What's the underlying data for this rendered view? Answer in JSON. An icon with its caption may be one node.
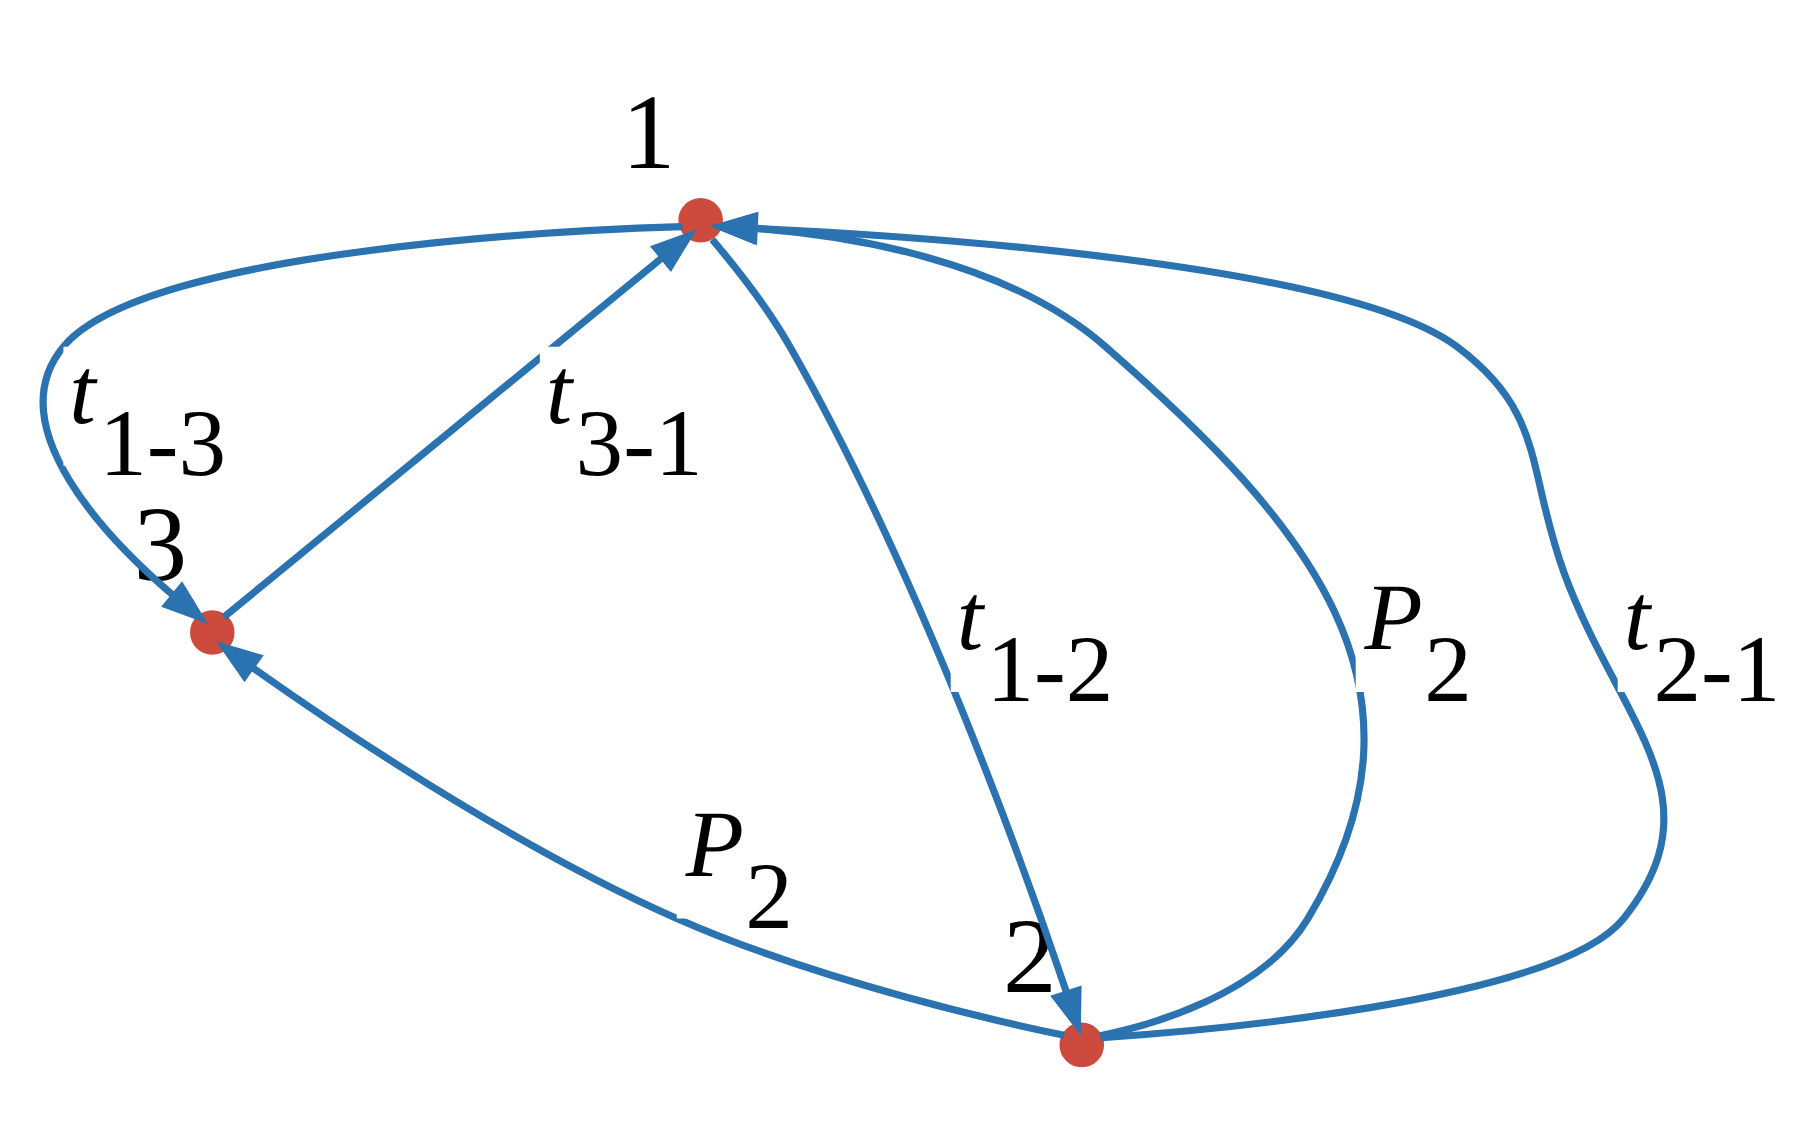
{
  "diagram": {
    "nodes": [
      {
        "text": [],
        "shape": "circle",
        "beside": [
          "1"
        ]
      },
      {
        "text": [],
        "shape": "circle",
        "beside": [
          "3"
        ]
      },
      {
        "text": [],
        "shape": "circle",
        "beside": [
          "2"
        ]
      }
    ],
    "edges": [
      {
        "from": 0,
        "to": 1,
        "arrow": "to",
        "label": "*t*$_{1-3}$"
      },
      {
        "from": 1,
        "to": 0,
        "arrow": "to",
        "label": "*t*$_{3-1}$"
      },
      {
        "from": 0,
        "to": 2,
        "arrow": "to",
        "label": "*t*$_{1-2}$"
      },
      {
        "from": 2,
        "to": 0,
        "arrow": "to",
        "label": "*P*$_{2}$"
      },
      {
        "from": 2,
        "to": 0,
        "arrow": "to",
        "label": "*t*$_{2-1}$"
      },
      {
        "from": 2,
        "to": 1,
        "arrow": "to",
        "label": "*P*$_{2}$"
      }
    ]
  }
}
